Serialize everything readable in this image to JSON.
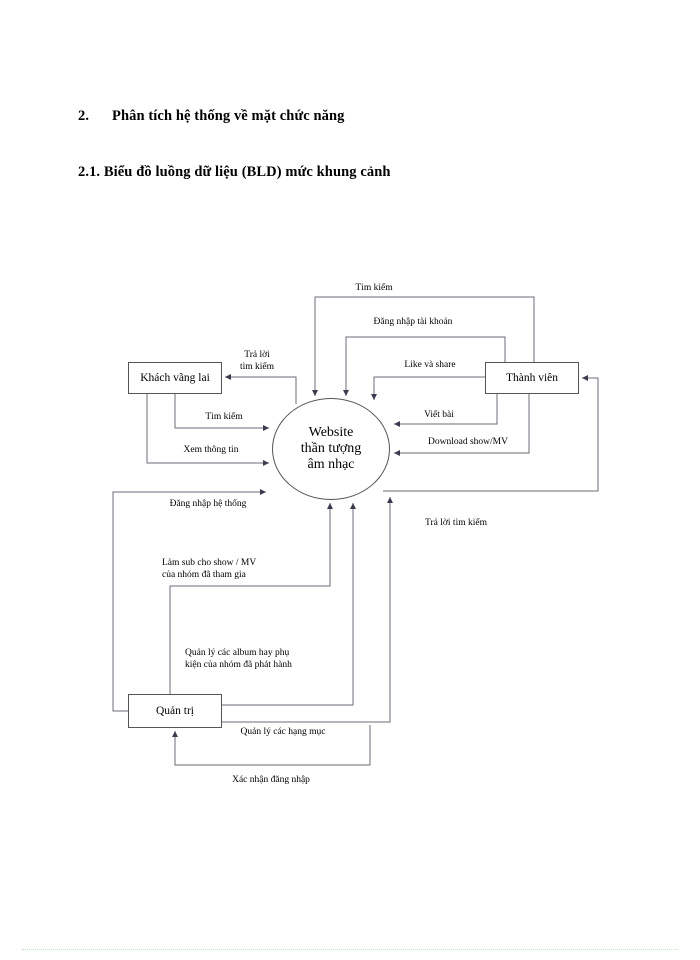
{
  "document": {
    "headings": [
      {
        "number": "2.",
        "text": "Phân tích hệ thống về mặt chức năng"
      },
      {
        "text": "2.1. Biểu đồ luồng dữ liệu (BLD) mức khung cảnh"
      }
    ]
  },
  "diagram": {
    "type": "data-flow-diagram",
    "process": {
      "name": "Website thần tượng âm nhạc",
      "line1": "Website",
      "line2": "thần tượng",
      "line3": "âm nhạc"
    },
    "entities": [
      {
        "id": "guest",
        "label": "Khách vãng lai"
      },
      {
        "id": "member",
        "label": "Thành viên"
      },
      {
        "id": "admin",
        "label": "Quản trị"
      }
    ],
    "flows": [
      {
        "id": "f1",
        "label": "Tìm kiếm",
        "from": "member",
        "to": "process"
      },
      {
        "id": "f2",
        "label": "Đăng nhập tài khoản",
        "from": "member",
        "to": "process"
      },
      {
        "id": "f3",
        "label": "Like và share",
        "from": "member",
        "to": "process"
      },
      {
        "id": "f4",
        "label": "Trả lời",
        "label2": "tìm kiếm",
        "from": "process",
        "to": "guest"
      },
      {
        "id": "f5",
        "label": "Tìm kiếm",
        "from": "guest",
        "to": "process"
      },
      {
        "id": "f6",
        "label": "Xem thông tin",
        "from": "guest",
        "to": "process"
      },
      {
        "id": "f7",
        "label": "Viết bài",
        "from": "member",
        "to": "process"
      },
      {
        "id": "f8",
        "label": "Download show/MV",
        "from": "member",
        "to": "process"
      },
      {
        "id": "f9",
        "label": "Trả lời tìm kiếm",
        "from": "process",
        "to": "member"
      },
      {
        "id": "f10",
        "label": "Đăng nhập hệ thống",
        "from": "admin",
        "to": "process"
      },
      {
        "id": "f11",
        "label": "Làm sub cho show / MV",
        "label2": "của nhóm đã tham gia",
        "from": "admin",
        "to": "process"
      },
      {
        "id": "f12",
        "label": "Quản lý các album hay phụ",
        "label2": "kiện của nhóm đã phát hành",
        "from": "admin",
        "to": "process"
      },
      {
        "id": "f13",
        "label": "Quản lý các hạng mục",
        "from": "admin",
        "to": "process"
      },
      {
        "id": "f14",
        "label": "Xác nhận đăng nhập",
        "from": "process",
        "to": "admin"
      }
    ]
  },
  "colors": {
    "stroke": "#555555",
    "text": "#000000",
    "background": "#ffffff",
    "footer_rule": "#bfe6bf"
  }
}
